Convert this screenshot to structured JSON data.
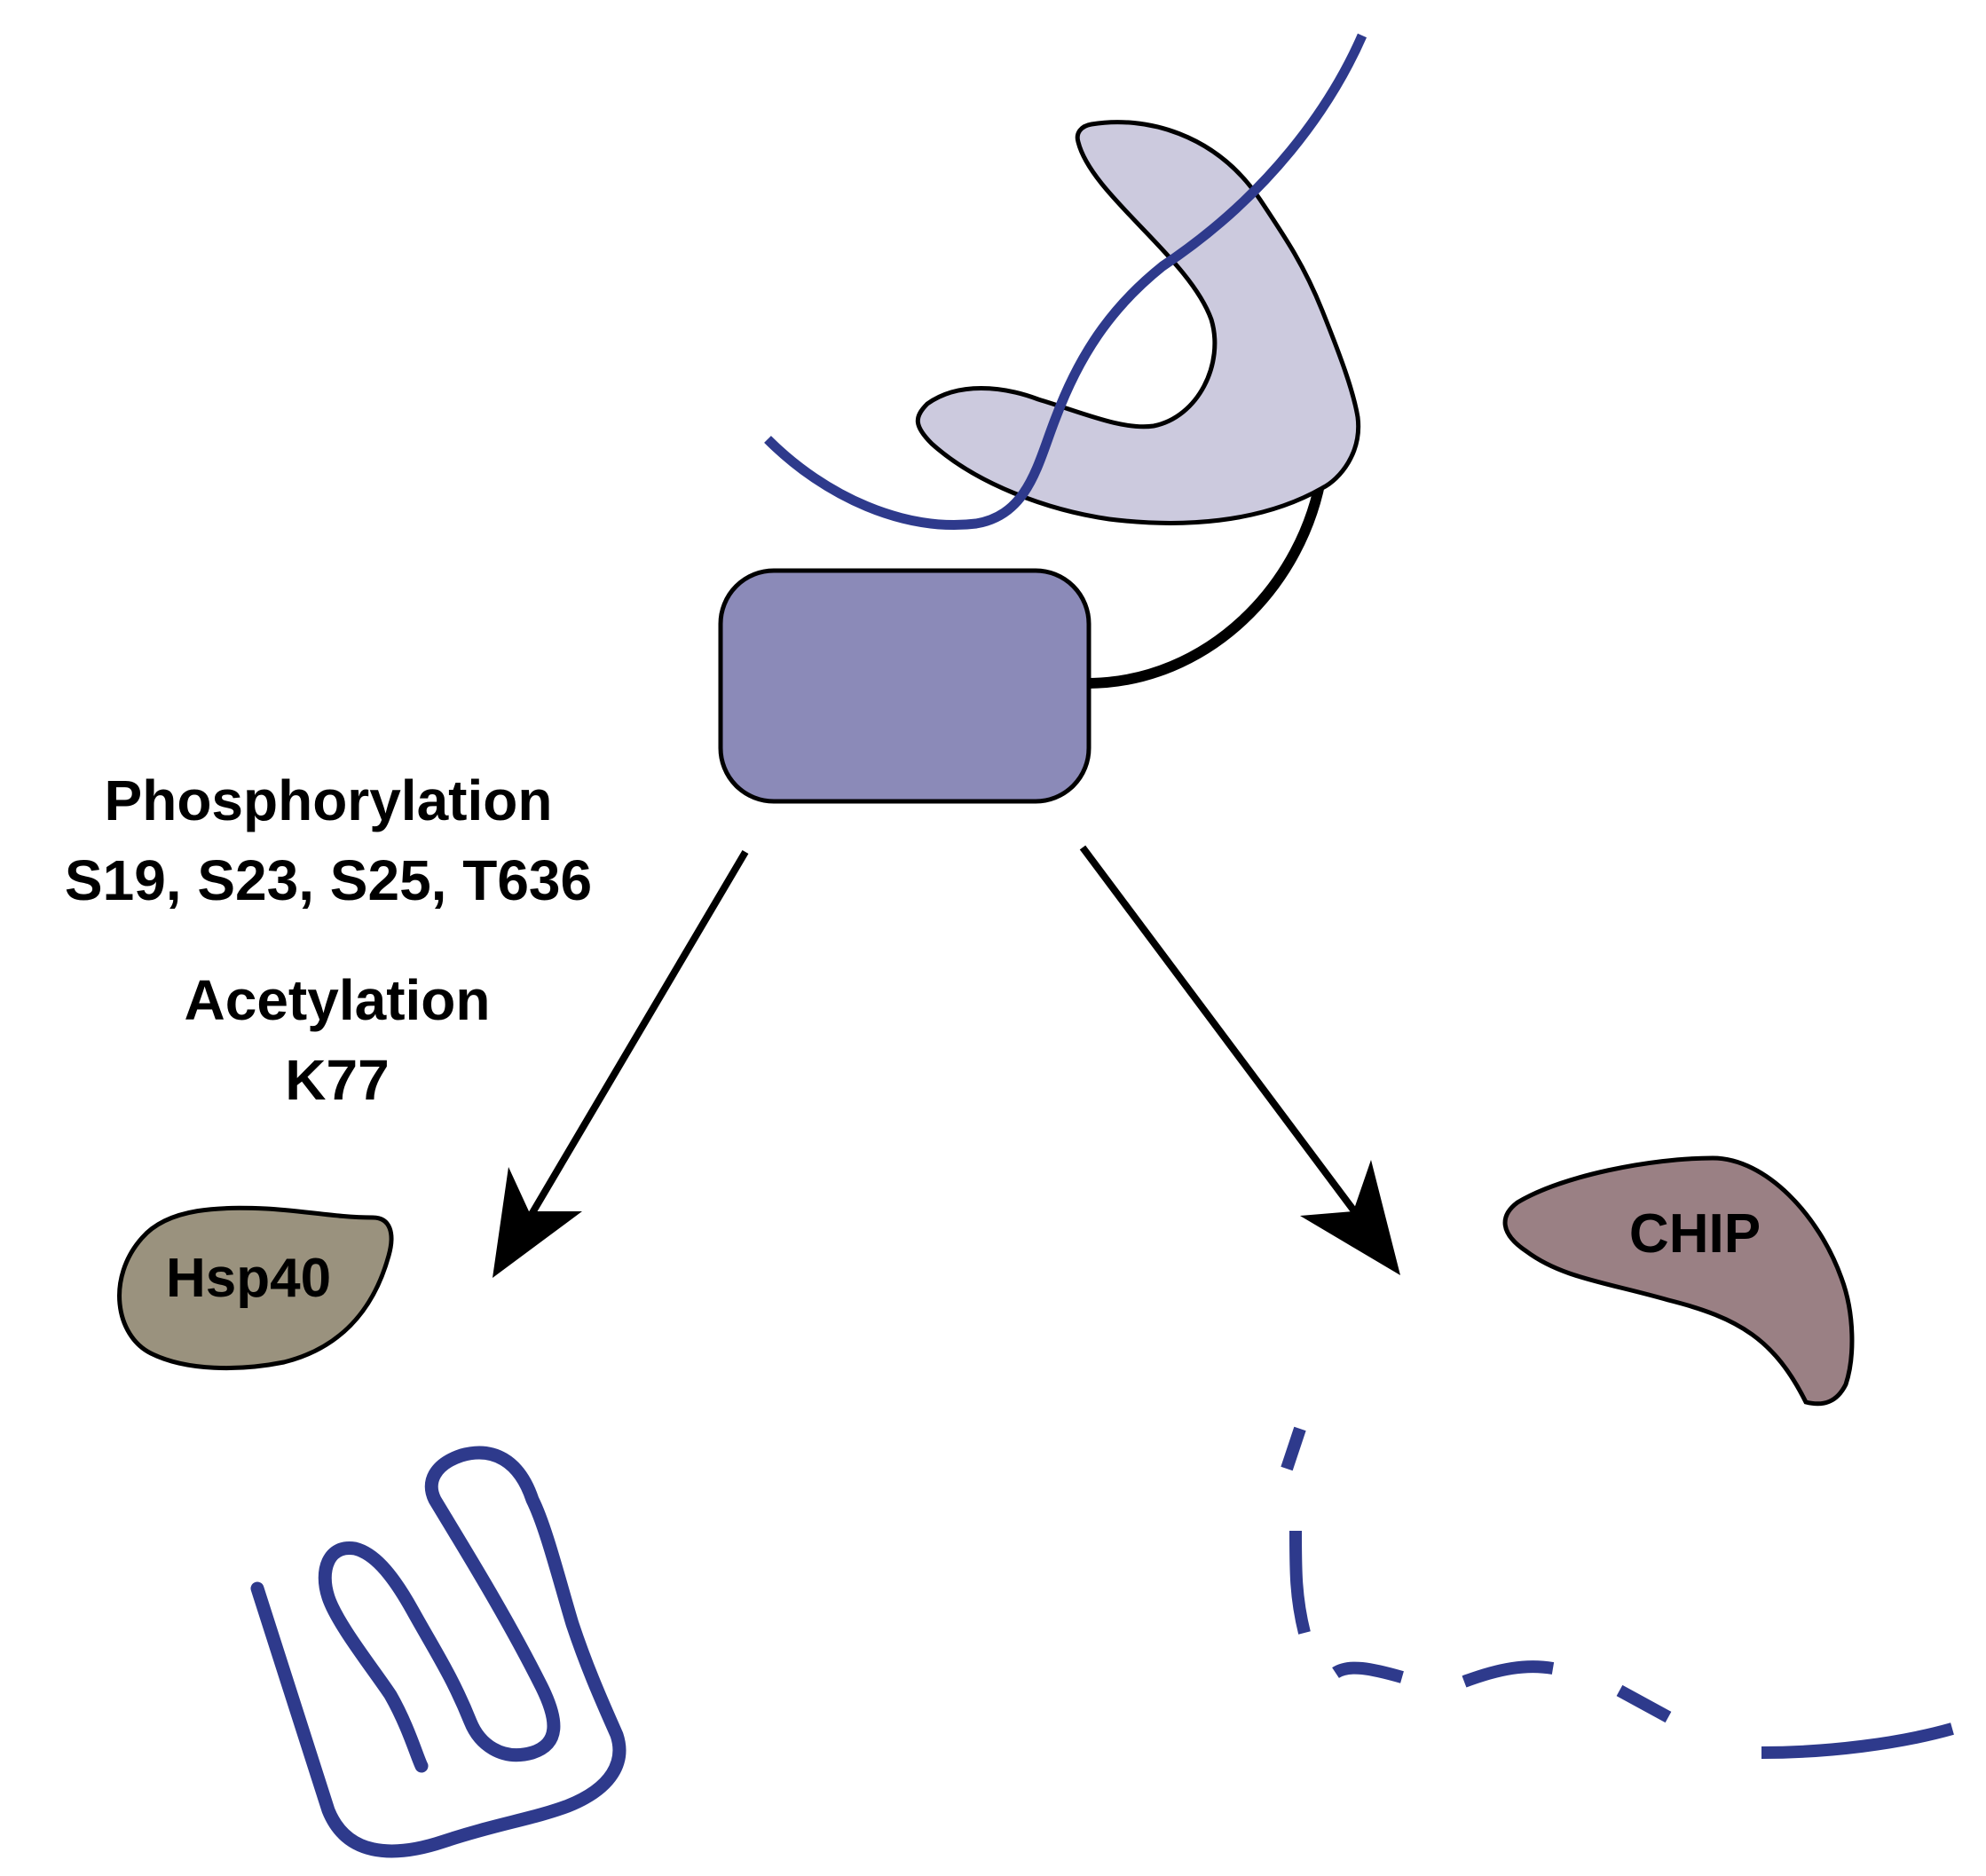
{
  "modifications": {
    "phosphorylation_title": "Phosphorylation",
    "phosphorylation_sites": "S19, S23, S25, T636",
    "acetylation_title": "Acetylation",
    "acetylation_sites": "K77"
  },
  "proteins": {
    "hsp40_label": "Hsp40",
    "chip_label": "CHIP"
  },
  "colors": {
    "substrate_chain": "#2e3a8c",
    "nbd_domain": "#8b8ab8",
    "sbd_domain": "#cccade",
    "hsp40_fill": "#9a927e",
    "chip_fill": "#9a8084",
    "outline": "#000000"
  }
}
